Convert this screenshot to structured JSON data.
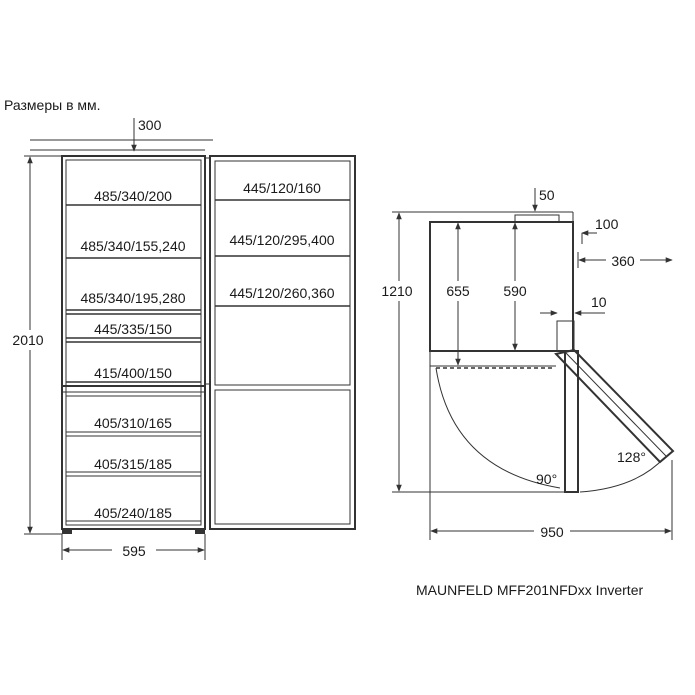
{
  "header": {
    "units_note": "Размеры в мм."
  },
  "footer": {
    "model": "MAUNFELD MFF201NFDxx Inverter"
  },
  "front_view": {
    "fridge_shelves": [
      "485/340/200",
      "485/340/155,240",
      "485/340/195,280",
      "445/335/150",
      "415/400/150"
    ],
    "freezer_drawers": [
      "405/310/165",
      "405/315/185",
      "405/240/185"
    ],
    "door_shelves": [
      "445/120/160",
      "445/120/295,400",
      "445/120/260,360"
    ],
    "dimensions": {
      "height": "2010",
      "width": "595",
      "top_clearance": "300"
    }
  },
  "side_view": {
    "dimensions": {
      "top_offset": "50",
      "back_offset": "100",
      "door_open_depth": "360",
      "upper_height": "1210",
      "inner_height_a": "655",
      "inner_height_b": "590",
      "door_gap": "10",
      "total_depth_open": "950"
    },
    "angles": {
      "right_angle": "90°",
      "max_angle": "128°"
    }
  }
}
